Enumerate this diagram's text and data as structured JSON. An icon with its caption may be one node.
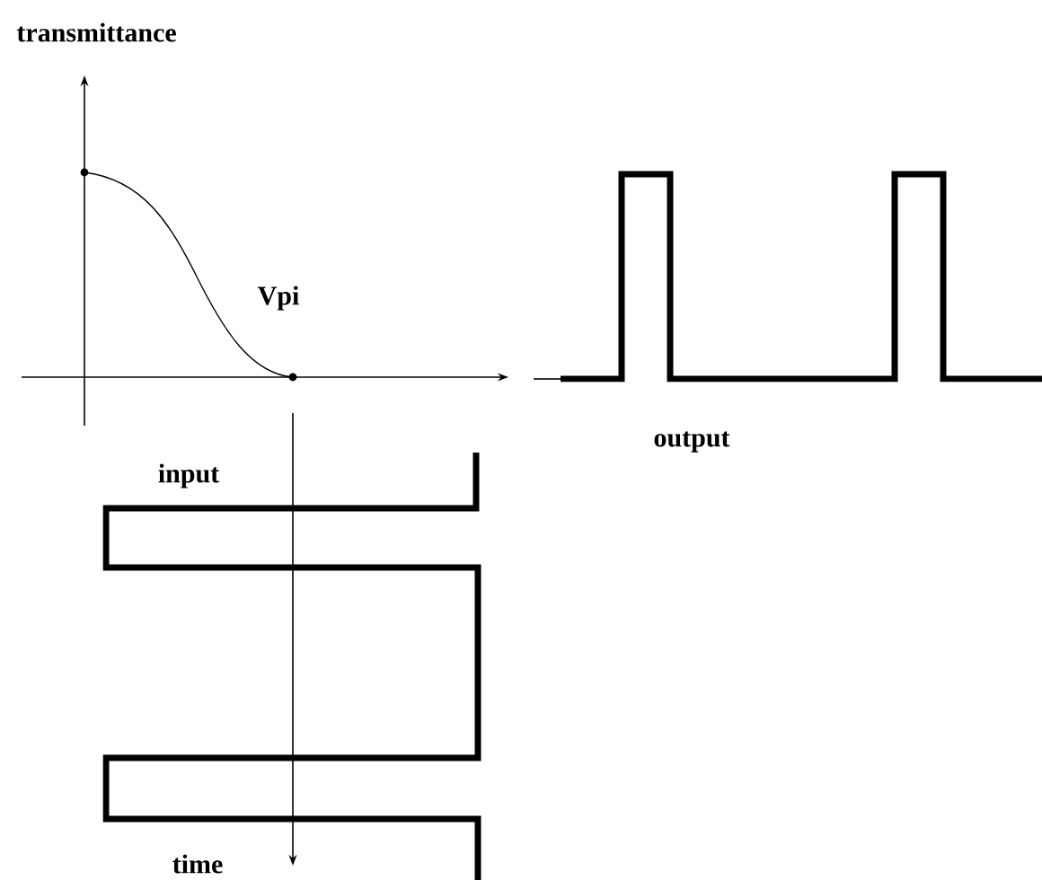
{
  "diagram": {
    "labels": [
      "transmittance",
      "Vpi",
      "output",
      "input",
      "time"
    ]
  }
}
